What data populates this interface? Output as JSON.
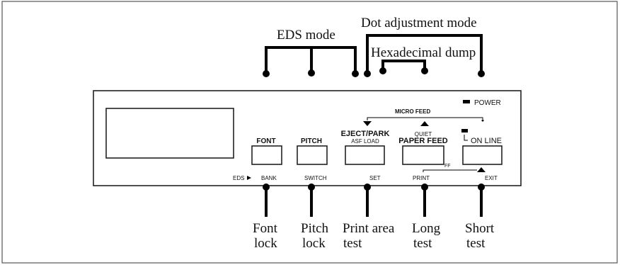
{
  "top_labels": {
    "eds_mode": "EDS mode",
    "dot_adjustment_mode": "Dot adjustment mode",
    "hexadecimal_dump": "Hexadecimal dump"
  },
  "panel": {
    "power_label": "POWER",
    "micro_feed": "MICRO FEED",
    "font_button": "FONT",
    "pitch_button": "PITCH",
    "eject_park_button": "EJECT/PARK",
    "asf_load": "ASF LOAD",
    "quiet": "QUIET",
    "paper_feed_button": "PAPER FEED",
    "ff": "FF",
    "on_line_button": "ON LINE",
    "eds": "EDS",
    "bank": "BANK",
    "switch": "SWITCH",
    "set": "SET",
    "print": "PRINT",
    "exit": "EXIT"
  },
  "bottom_labels": {
    "font_lock_1": "Font",
    "font_lock_2": "lock",
    "pitch_lock_1": "Pitch",
    "pitch_lock_2": "lock",
    "print_area_test_1": "Print area",
    "print_area_test_2": "test",
    "long_test_1": "Long",
    "long_test_2": "test",
    "short_test_1": "Short",
    "short_test_2": "test"
  }
}
